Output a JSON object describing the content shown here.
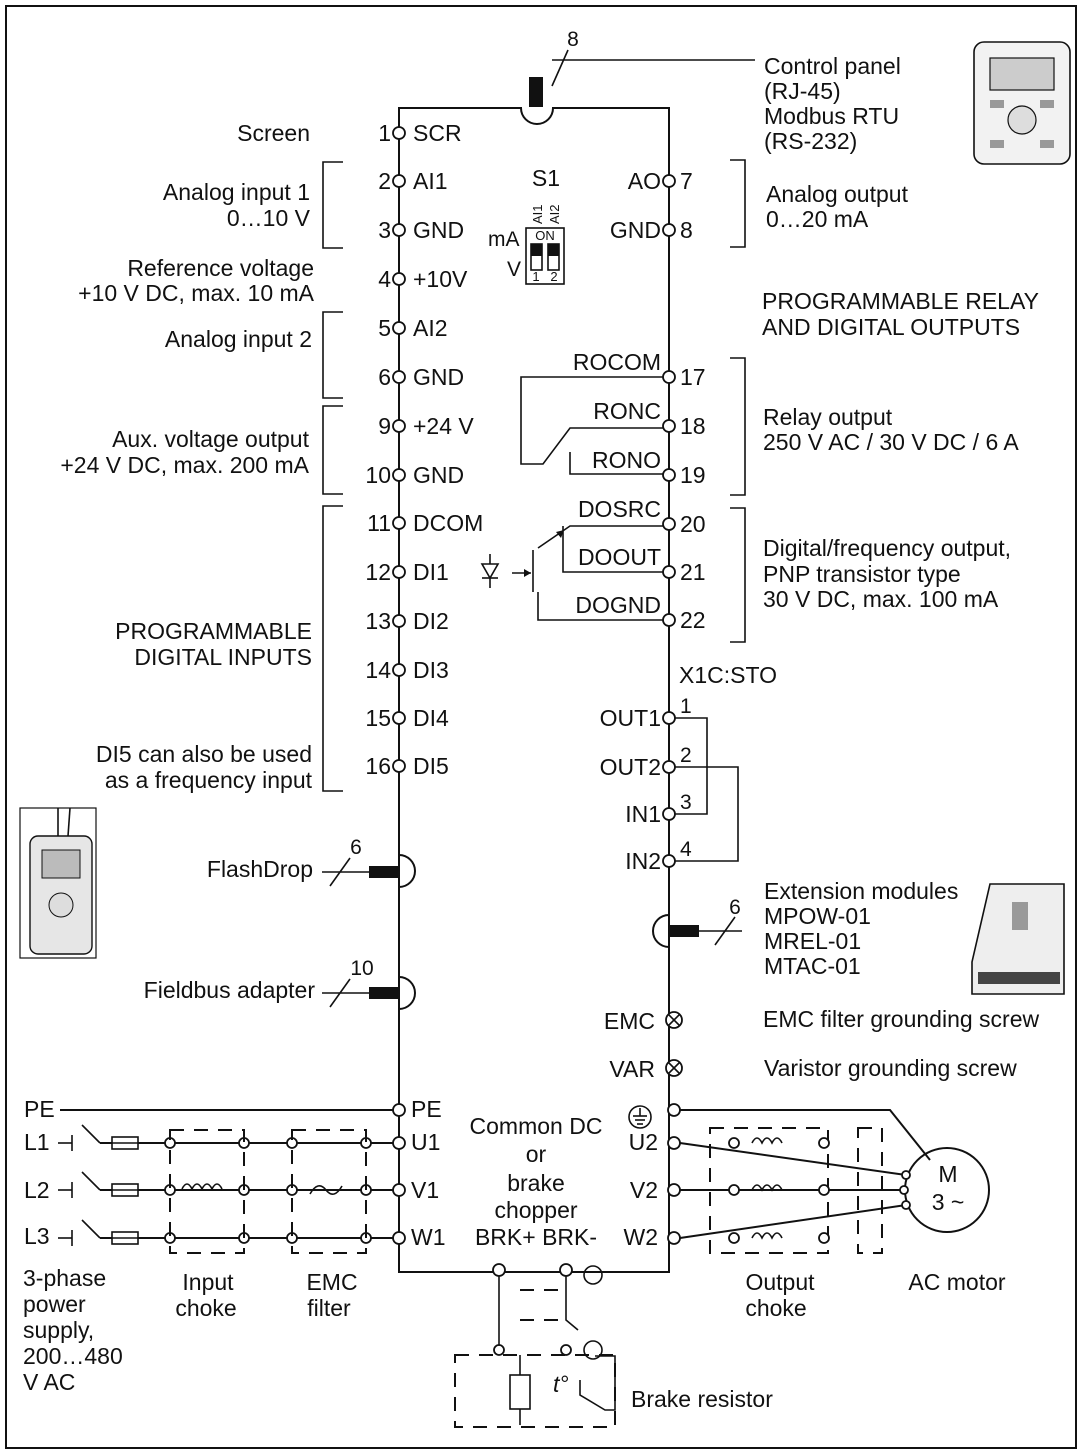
{
  "left_descriptions": {
    "screen": "Screen",
    "ai1_line1": "Analog input 1",
    "ai1_line2": "0…10 V",
    "ref_line1": "Reference voltage",
    "ref_line2": "+10 V DC, max. 10 mA",
    "ai2": "Analog input 2",
    "aux_line1": "Aux. voltage output",
    "aux_line2": "+24 V DC, max. 200 mA",
    "pdi_line1": "PROGRAMMABLE",
    "pdi_line2": "DIGITAL INPUTS",
    "di5_line1": "DI5 can also be used",
    "di5_line2": "as a frequency input",
    "flashdrop": "FlashDrop",
    "fieldbus": "Fieldbus adapter"
  },
  "left_terminals": [
    {
      "num": "1",
      "name": "SCR"
    },
    {
      "num": "2",
      "name": "AI1"
    },
    {
      "num": "3",
      "name": "GND"
    },
    {
      "num": "4",
      "name": "+10V"
    },
    {
      "num": "5",
      "name": "AI2"
    },
    {
      "num": "6",
      "name": "GND"
    },
    {
      "num": "9",
      "name": "+24 V"
    },
    {
      "num": "10",
      "name": "GND"
    },
    {
      "num": "11",
      "name": "DCOM"
    },
    {
      "num": "12",
      "name": "DI1"
    },
    {
      "num": "13",
      "name": "DI2"
    },
    {
      "num": "14",
      "name": "DI3"
    },
    {
      "num": "15",
      "name": "DI4"
    },
    {
      "num": "16",
      "name": "DI5"
    }
  ],
  "right_terminals": [
    {
      "num": "7",
      "name": "AO"
    },
    {
      "num": "8",
      "name": "GND"
    },
    {
      "num": "17",
      "name": "ROCOM"
    },
    {
      "num": "18",
      "name": "RONC"
    },
    {
      "num": "19",
      "name": "RONO"
    },
    {
      "num": "20",
      "name": "DOSRC"
    },
    {
      "num": "21",
      "name": "DOOUT"
    },
    {
      "num": "22",
      "name": "DOGND"
    }
  ],
  "switch_s1": {
    "title": "S1",
    "ai1": "AI1",
    "ai2": "AI2",
    "ma": "mA",
    "v": "V",
    "on": "ON",
    "pos1": "1",
    "pos2": "2"
  },
  "right_descriptions": {
    "panel_line1": "Control panel",
    "panel_line2": "(RJ-45)",
    "panel_line3": "Modbus RTU",
    "panel_line4": "(RS-232)",
    "panel_cable": "8",
    "ao_line1": "Analog output",
    "ao_line2": "0…20 mA",
    "prog_relay_line1": "PROGRAMMABLE RELAY",
    "prog_relay_line2": "AND DIGITAL OUTPUTS",
    "relay_line1": "Relay output",
    "relay_line2": "250 V AC / 30 V DC / 6 A",
    "do_line1": "Digital/frequency output,",
    "do_line2": "PNP transistor type",
    "do_line3": "30 V DC, max. 100 mA",
    "sto_header": "X1C:STO",
    "ext_line1": "Extension modules",
    "ext_line2": "MPOW-01",
    "ext_line3": "MREL-01",
    "ext_line4": "MTAC-01",
    "ext_cable": "6",
    "emc_screw": "EMC filter grounding screw",
    "var_screw": "Varistor grounding screw"
  },
  "sto": [
    {
      "label": "OUT1",
      "num": "1"
    },
    {
      "label": "OUT2",
      "num": "2"
    },
    {
      "label": "IN1",
      "num": "3"
    },
    {
      "label": "IN2",
      "num": "4"
    }
  ],
  "cables": {
    "flashdrop": "6",
    "fieldbus": "10"
  },
  "screws": {
    "emc": "EMC",
    "var": "VAR"
  },
  "power": {
    "pe_left": "PE",
    "pe_term": "PE",
    "l1": "L1",
    "l2": "L2",
    "l3": "L3",
    "u1": "U1",
    "v1": "V1",
    "w1": "W1",
    "u2": "U2",
    "v2": "V2",
    "w2": "W2",
    "common_line1": "Common DC",
    "common_line2": "or",
    "common_line3": "brake",
    "common_line4": "chopper",
    "brk": "BRK+ BRK-",
    "supply_line1": "3-phase",
    "supply_line2": "power",
    "supply_line3": "supply,",
    "supply_line4": "200…480",
    "supply_line5": "V AC",
    "choke_line1": "Input",
    "choke_line2": "choke",
    "emcf_line1": "EMC",
    "emcf_line2": "filter",
    "outchoke_line1": "Output",
    "outchoke_line2": "choke",
    "motor_label": "AC motor",
    "motor_m": "M",
    "motor_phase": "3 ~",
    "brake_resistor": "Brake resistor",
    "temp_symbol": "t°"
  }
}
